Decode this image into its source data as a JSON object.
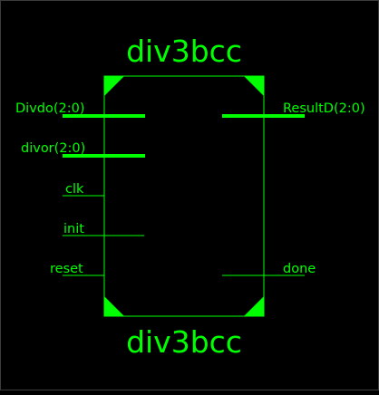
{
  "symbol": {
    "name_top": "div3bcc",
    "name_bottom": "div3bcc",
    "color": "#00ff00",
    "background": "#000000"
  },
  "pins": {
    "divdo": "Divdo(2:0)",
    "divor": "divor(2:0)",
    "clk": "clk",
    "init": "init",
    "reset": "reset",
    "resultd": "ResultD(2:0)",
    "done": "done"
  }
}
